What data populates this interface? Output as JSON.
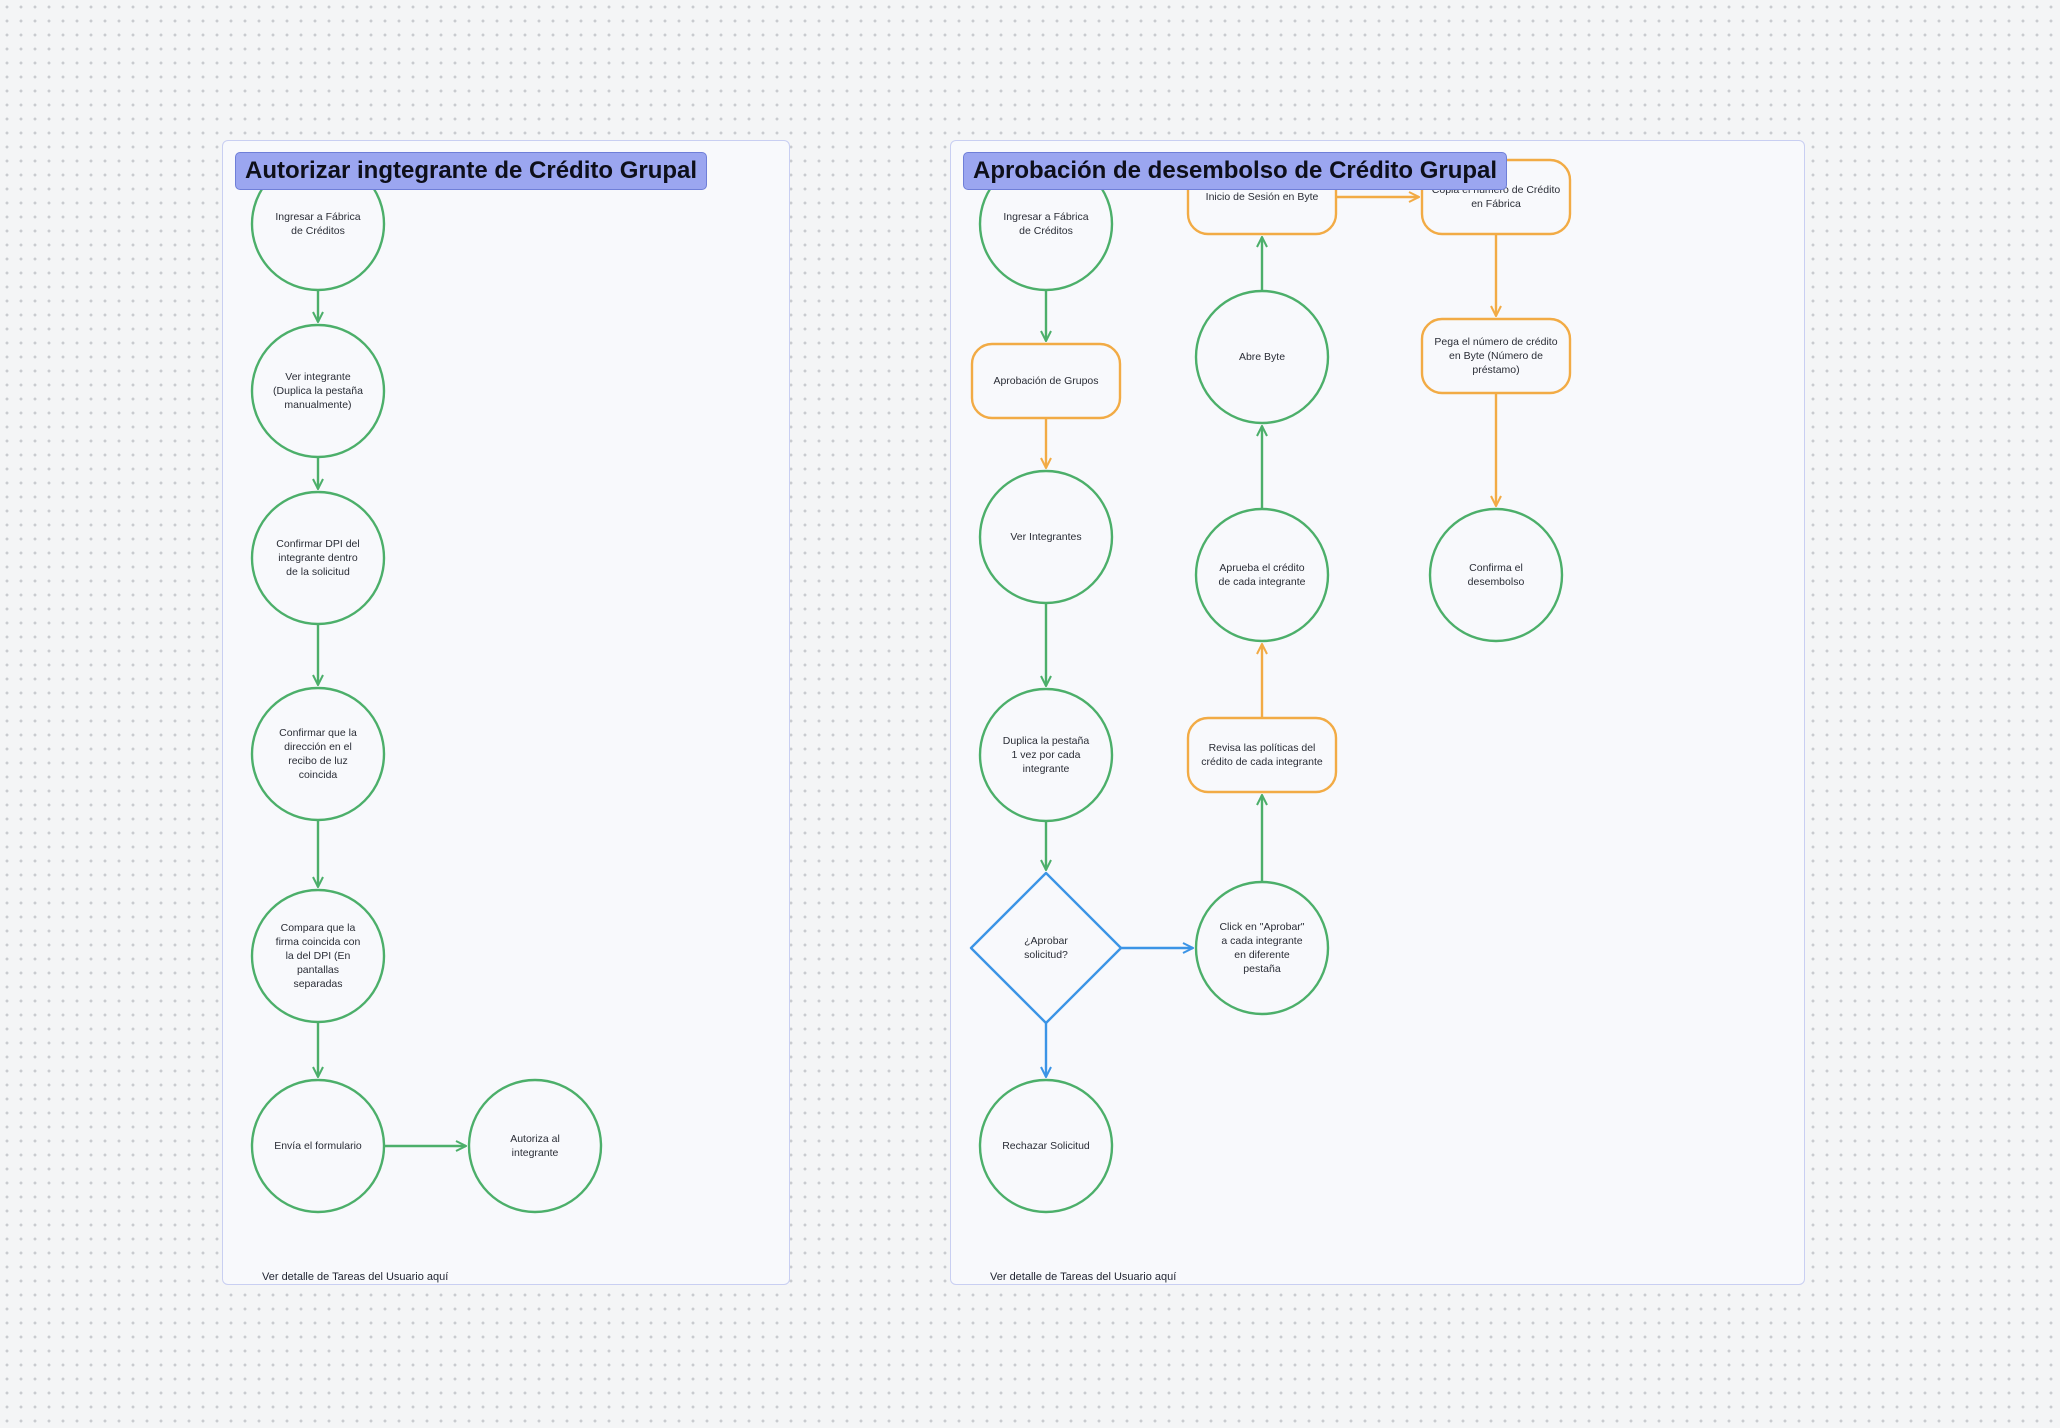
{
  "frames": [
    {
      "title": "Autorizar ingtegrante de Crédito Grupal",
      "footer": "Ver detalle de Tareas del Usuario aquí"
    },
    {
      "title": "Aprobación de desembolso de Crédito Grupal",
      "footer": "Ver detalle de Tareas del Usuario aquí"
    }
  ],
  "nodes": {
    "a1": "Ingresar a Fábrica de Créditos",
    "a2": "Ver integrante (Duplica la pestaña manualmente)",
    "a3": "Confirmar DPI del integrante dentro de la solicitud",
    "a4": "Confirmar que la dirección en el recibo de luz coincida",
    "a5": "Compara que la firma coincida con la del DPI (En pantallas separadas",
    "a6": "Envía el formulario",
    "a7": "Autoriza al integrante",
    "b1": "Ingresar a Fábrica de Créditos",
    "b2": "Aprobación de Grupos",
    "b3": "Ver Integrantes",
    "b4": "Duplica la pestaña 1 vez por cada integrante",
    "b5": "¿Aprobar solicitud?",
    "b6": "Rechazar Solicitud",
    "b7": "Click en \"Aprobar\" a cada integrante en diferente pestaña",
    "b8": "Revisa las políticas del crédito de cada integrante",
    "b9": "Aprueba el crédito de cada integrante",
    "b10": "Abre Byte",
    "b11": "Inicio de Sesión en Byte",
    "b12": "Copia el número de Crédito en Fábrica",
    "b13": "Pega el número de crédito en Byte (Número de préstamo)",
    "b14": "Confirma el desembolso"
  },
  "colors": {
    "green": "#4caf6a",
    "orange": "#f2ab45",
    "blue": "#3b94e6",
    "title_bg": "#9ba6f0"
  }
}
